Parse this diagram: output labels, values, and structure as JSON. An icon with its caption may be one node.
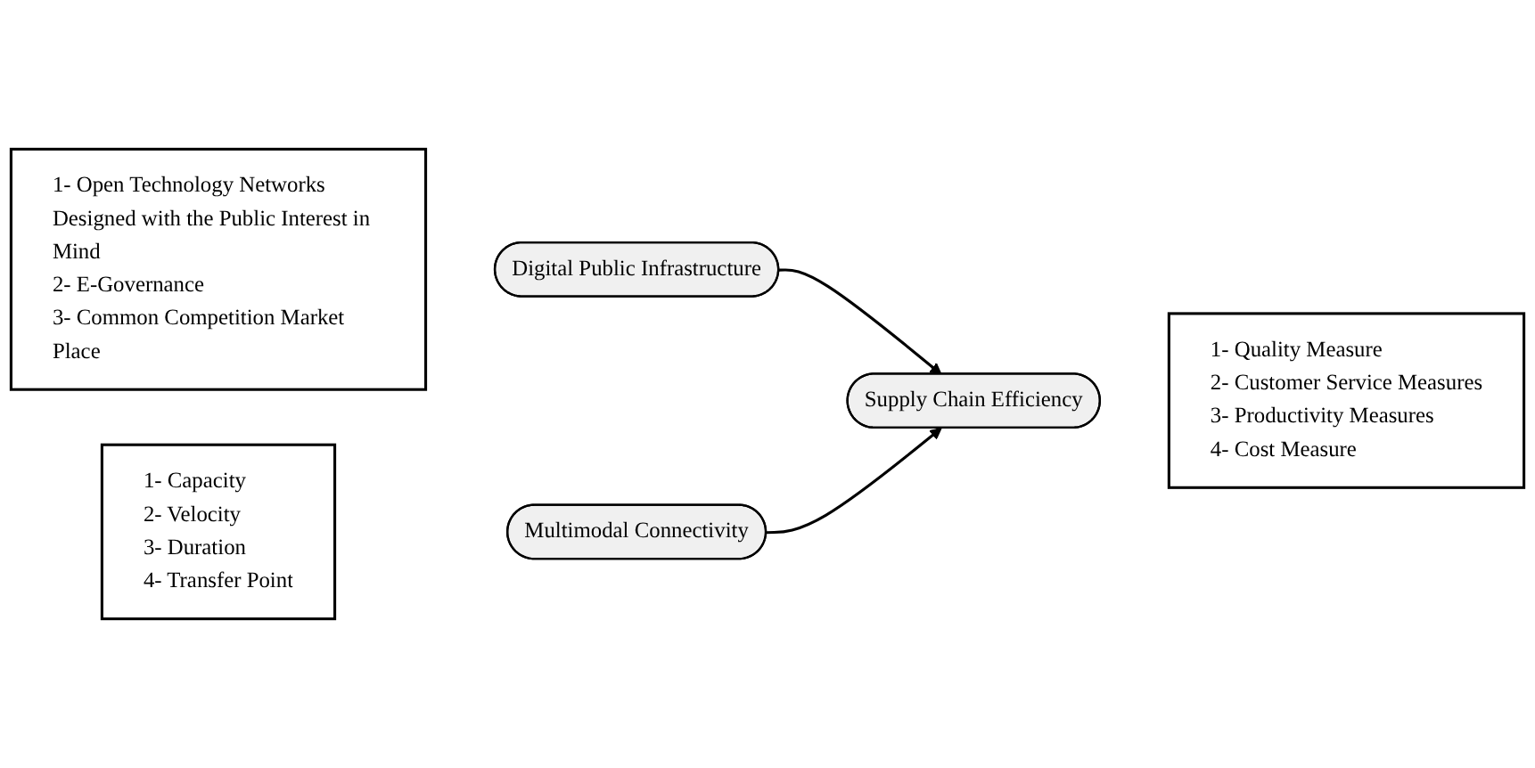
{
  "diagram": {
    "nodes": [
      {
        "text": [
          "1- Open Technology Networks Designed with the Public Interest in Mind",
          "2- E-Governance",
          "3- Common Competition Market Place"
        ]
      },
      {
        "text": [
          "Digital Public Infrastructure"
        ]
      },
      {
        "text": [
          "Supply Chain Efficiency"
        ]
      },
      {
        "text": [
          "1- Quality Measure",
          "2- Customer Service Measures",
          "3- Productivity Measures",
          "4- Cost Measure"
        ]
      },
      {
        "text": [
          "1- Capacity",
          "2- Velocity",
          "3- Duration",
          "4- Transfer Point"
        ]
      },
      {
        "text": [
          "Multimodal Connectivity"
        ]
      }
    ],
    "edges": [
      {
        "from": 1,
        "to": 2,
        "arrow": "to"
      },
      {
        "from": 5,
        "to": 2,
        "arrow": "to"
      }
    ]
  }
}
